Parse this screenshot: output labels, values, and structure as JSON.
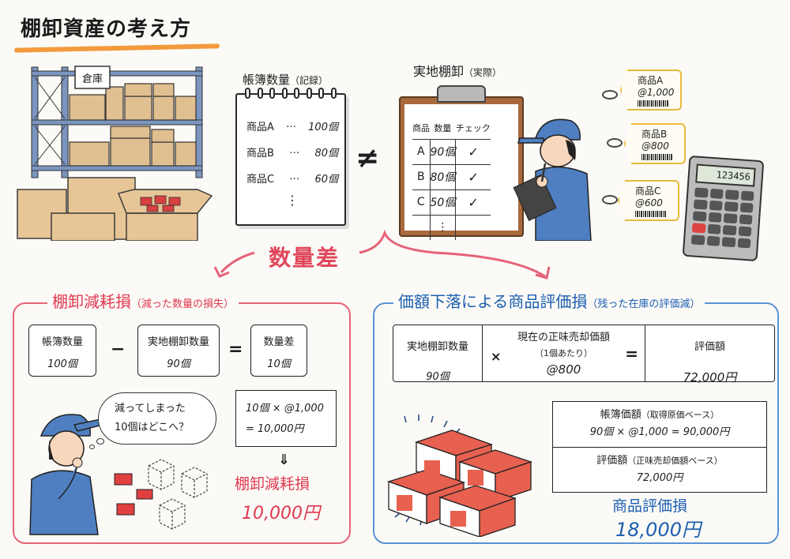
{
  "title": "棚卸資産の考え方",
  "colors": {
    "accent_orange": "#f39a3c",
    "loss_red": "#e0394f",
    "valuation_blue": "#1d5fb0",
    "left_border": "#e66378",
    "right_border": "#5b92d4"
  },
  "warehouse": {
    "sign": "倉庫"
  },
  "book_record": {
    "title": "帳簿数量",
    "subtitle": "（記録）",
    "rows": [
      {
        "item": "商品A",
        "sep": "…",
        "qty": "100個"
      },
      {
        "item": "商品B",
        "sep": "…",
        "qty": "80個"
      },
      {
        "item": "商品C",
        "sep": "…",
        "qty": "60個"
      }
    ],
    "more": "⋮"
  },
  "not_equal": "≠",
  "physical_count": {
    "title": "実地棚卸",
    "subtitle": "（実際）",
    "headers": [
      "商品",
      "数量",
      "チェック"
    ],
    "rows": [
      {
        "item": "A",
        "qty": "90個",
        "check": "✓"
      },
      {
        "item": "B",
        "qty": "80個",
        "check": "✓"
      },
      {
        "item": "C",
        "qty": "50個",
        "check": "✓"
      }
    ],
    "more": "⋮"
  },
  "price_tags": [
    {
      "item": "商品A",
      "price": "@1,000"
    },
    {
      "item": "商品B",
      "price": "@800"
    },
    {
      "item": "商品C",
      "price": "@600"
    }
  ],
  "calculator": {
    "display": "123456"
  },
  "difference_label": "数量差",
  "left_section": {
    "title": "棚卸減耗損",
    "subtitle": "（減った数量の損失）",
    "formula": {
      "box1_label": "帳簿数量",
      "box1_value": "100個",
      "minus": "−",
      "box2_label": "実地棚卸数量",
      "box2_value": "90個",
      "equals": "=",
      "box3_label": "数量差",
      "box3_value": "10個"
    },
    "thought_line1": "減ってしまった",
    "thought_line2": "10個はどこへ？",
    "calc_line1": "10個 × @1,000",
    "calc_line2": "= 10,000円",
    "arrow": "⇓",
    "result_label": "棚卸減耗損",
    "result_amount": "10,000円"
  },
  "right_section": {
    "title": "価額下落による商品評価損",
    "subtitle": "（残った在庫の評価減）",
    "formula": {
      "col1_label": "実地棚卸数量",
      "col1_value": "90個",
      "times": "×",
      "col2_label": "現在の正味売却価額",
      "col2_sub": "（1個あたり）",
      "col2_value": "@800",
      "equals": "=",
      "col3_label": "評価額",
      "col3_value": "72,000円"
    },
    "book_value_label": "帳簿価額",
    "book_value_sub": "（取得原価ベース）",
    "book_value_calc": "90個 × @1,000 = 90,000円",
    "valuation_label": "評価額",
    "valuation_sub": "（正味売却価額ベース）",
    "valuation_value": "72,000円",
    "result_label": "商品評価損",
    "result_amount": "18,000円"
  }
}
